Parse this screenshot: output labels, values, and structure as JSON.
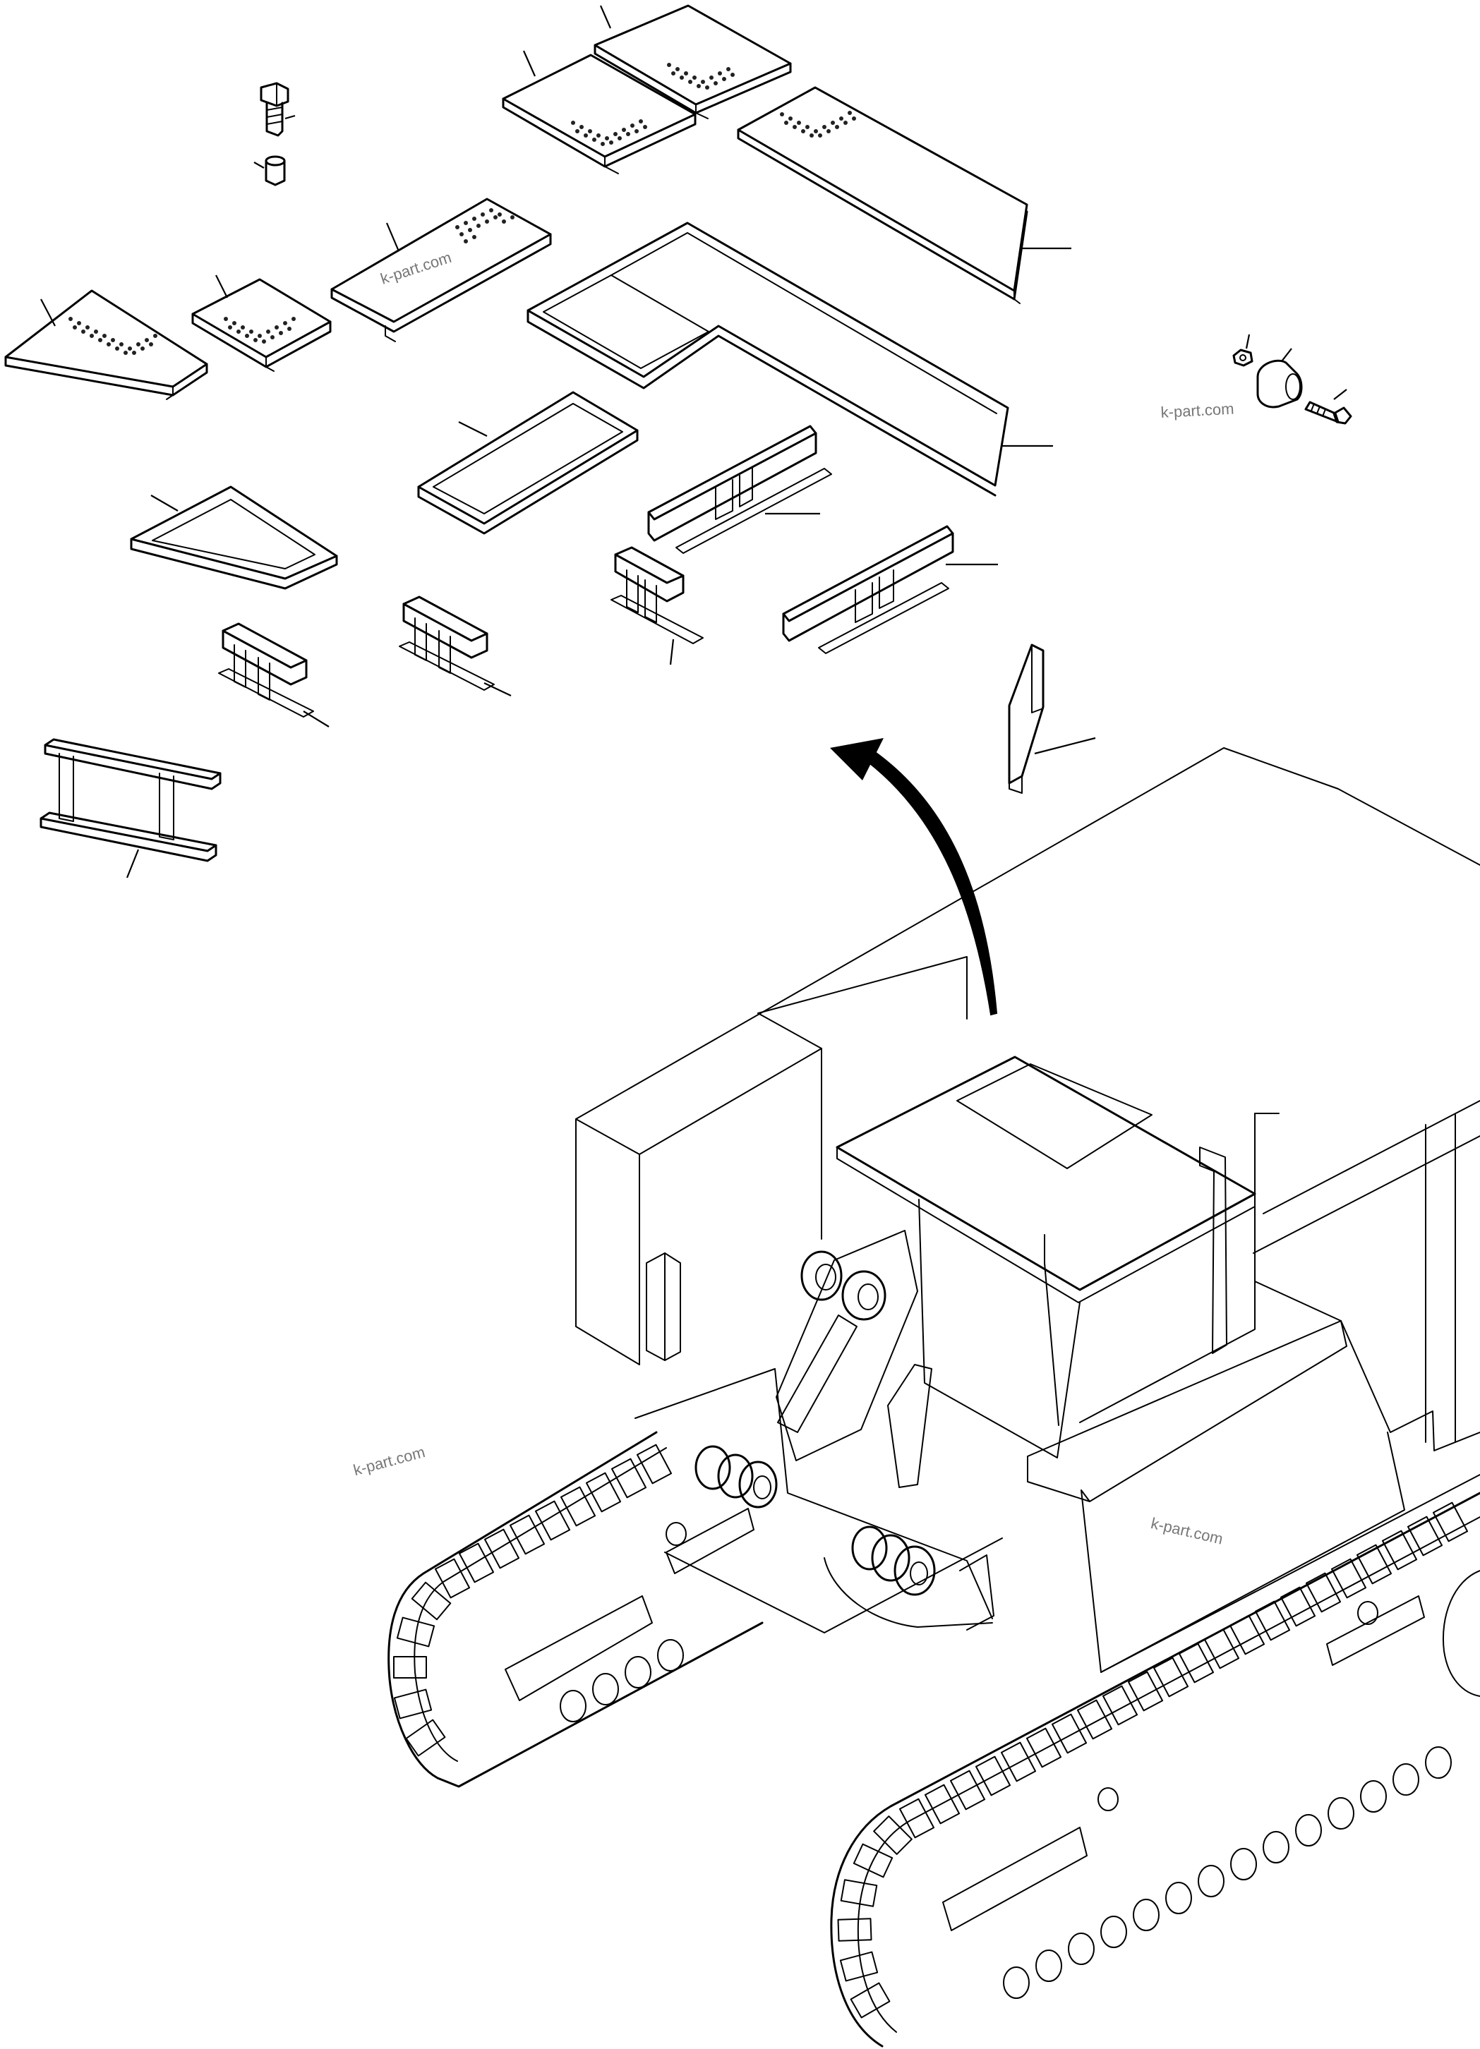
{
  "watermark": {
    "text": "k-part.com"
  },
  "colors": {
    "line": "#000000",
    "background": "#ffffff",
    "watermark": "#777777"
  },
  "parts": [
    "plate-perforated-a",
    "plate-perforated-b",
    "plate-perforated-long-right",
    "plate-perforated-center",
    "plate-perforated-small",
    "plate-perforated-triangular",
    "frame-l-shaped",
    "frame-rectangular",
    "frame-triangular",
    "bracket-long-a",
    "bracket-long-b",
    "bracket-short-a",
    "bracket-short-b",
    "bracket-short-c",
    "bracket-ladder",
    "pillar-bent",
    "bolt",
    "spacer",
    "nut",
    "rubber-bushing",
    "screw"
  ]
}
